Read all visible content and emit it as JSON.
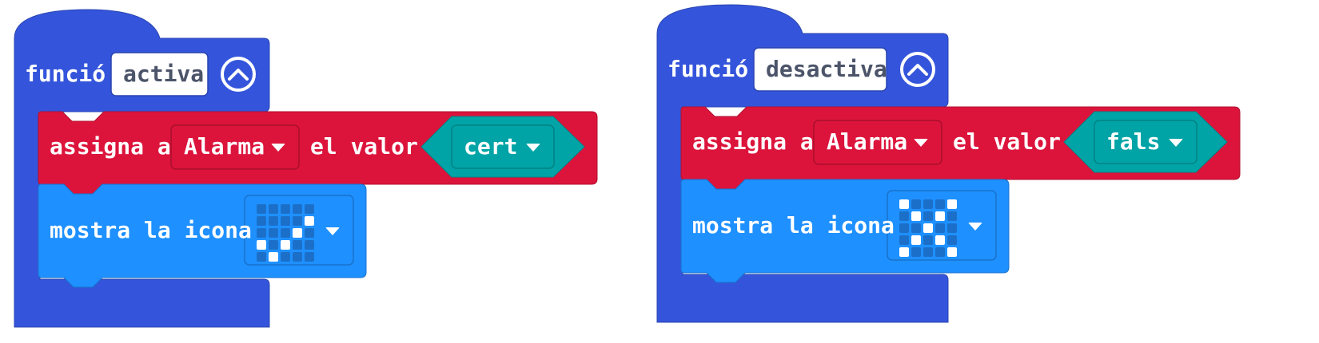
{
  "colors": {
    "functions": "#3455db",
    "variables": "#dc143c",
    "logic": "#00a4a6",
    "basic": "#1e90ff"
  },
  "functions": [
    {
      "keyword": "funció",
      "name": "activa",
      "collapse_icon": "chevron-up-circle-icon",
      "set_block": {
        "prefix": "assigna a",
        "variable": "Alarma",
        "middle": "el valor",
        "value": "cert"
      },
      "show_icon_block": {
        "label": "mostra la icona",
        "icon_name": "yes",
        "leds": [
          [
            0,
            0,
            0,
            0,
            0
          ],
          [
            0,
            0,
            0,
            0,
            1
          ],
          [
            0,
            0,
            0,
            1,
            0
          ],
          [
            1,
            0,
            1,
            0,
            0
          ],
          [
            0,
            1,
            0,
            0,
            0
          ]
        ]
      }
    },
    {
      "keyword": "funció",
      "name": "desactiva",
      "collapse_icon": "chevron-up-circle-icon",
      "set_block": {
        "prefix": "assigna a",
        "variable": "Alarma",
        "middle": "el valor",
        "value": "fals"
      },
      "show_icon_block": {
        "label": "mostra la icona",
        "icon_name": "no",
        "leds": [
          [
            1,
            0,
            0,
            0,
            1
          ],
          [
            0,
            1,
            0,
            1,
            0
          ],
          [
            0,
            0,
            1,
            0,
            0
          ],
          [
            0,
            1,
            0,
            1,
            0
          ],
          [
            1,
            0,
            0,
            0,
            1
          ]
        ]
      }
    }
  ]
}
